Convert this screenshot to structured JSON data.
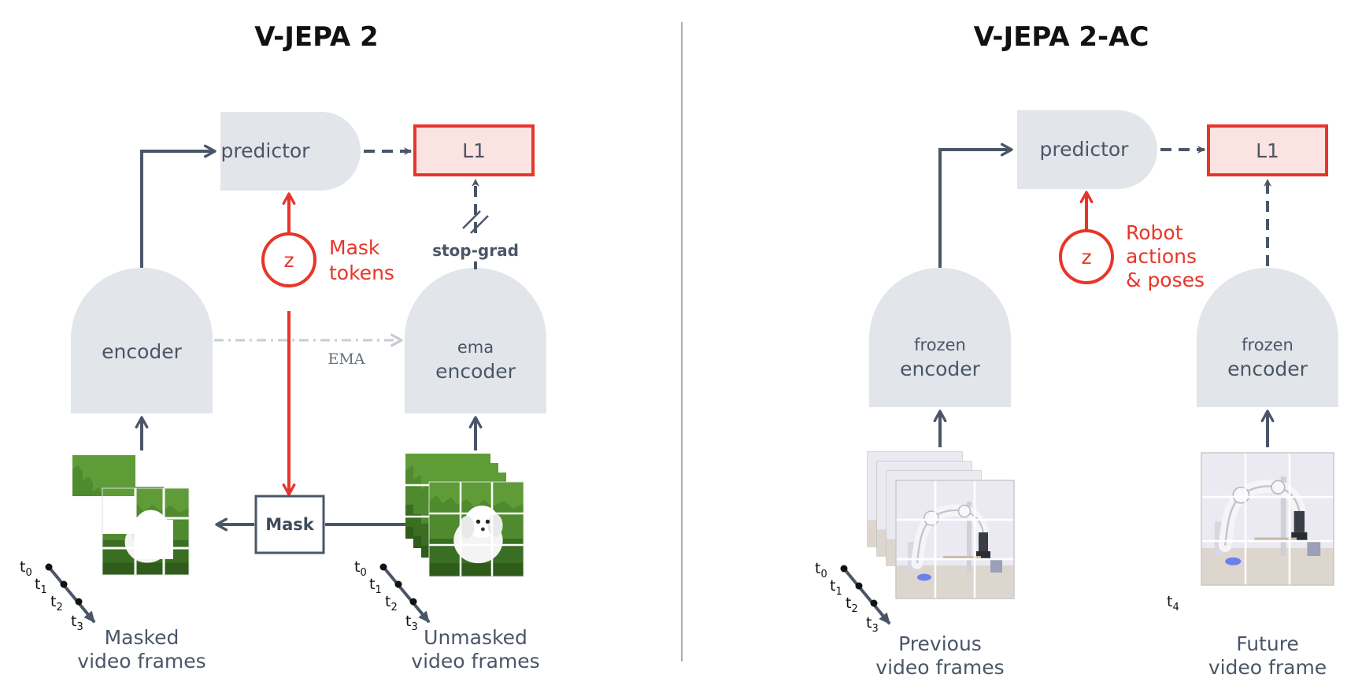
{
  "left": {
    "title": "V-JEPA 2",
    "predictor": "predictor",
    "loss": "L1",
    "z": "z",
    "mask_tokens": [
      "Mask",
      "tokens"
    ],
    "stop_grad": "stop-grad",
    "encoder": "encoder",
    "ema_encoder": [
      "ema",
      "encoder"
    ],
    "ema_arrow": "EMA",
    "mask_box": "Mask",
    "masked_caption": [
      "Masked",
      "video frames"
    ],
    "unmasked_caption": [
      "Unmasked",
      "video frames"
    ]
  },
  "right": {
    "title": "V-JEPA 2-AC",
    "predictor": "predictor",
    "loss": "L1",
    "z": "z",
    "actions": [
      "Robot",
      "actions",
      "& poses"
    ],
    "frozen_encoder_left": [
      "frozen",
      "encoder"
    ],
    "frozen_encoder_right": [
      "frozen",
      "encoder"
    ],
    "previous_caption": [
      "Previous",
      "video frames"
    ],
    "future_caption": [
      "Future",
      "video frame"
    ]
  },
  "time": {
    "t": "t",
    "subs": [
      "0",
      "1",
      "2",
      "3"
    ],
    "future_sub": "4"
  },
  "colors": {
    "box_fill": "#e2e5ea",
    "arrow": "#4a5668",
    "red": "#e8352a",
    "loss_fill": "#fbe3e1",
    "ema_arrow": "#c9cdd3",
    "grass": "#4f8a2e",
    "grass_dark": "#2f5c1a",
    "robot_bg": "#e9e8f0"
  }
}
